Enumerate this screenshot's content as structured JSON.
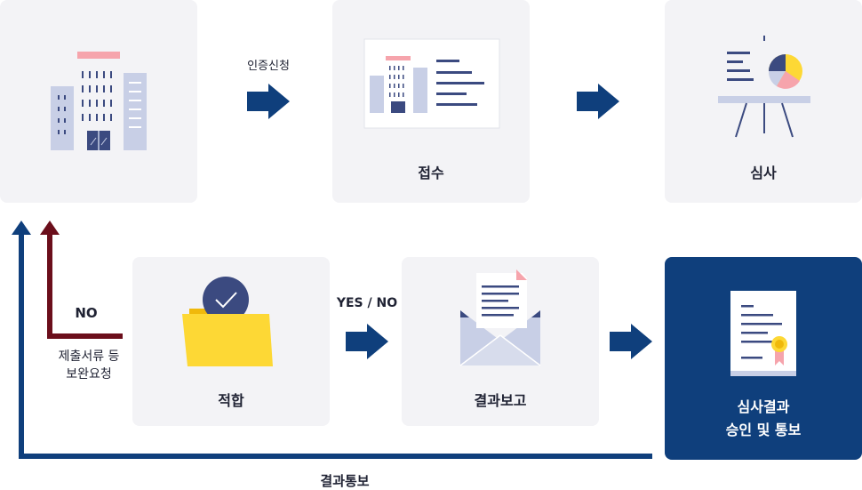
{
  "steps": {
    "applicant": {
      "label": ""
    },
    "receipt": {
      "label": "접수"
    },
    "review": {
      "label": "심사"
    },
    "conformity": {
      "label": "적합"
    },
    "report": {
      "label": "결과보고"
    },
    "approval": {
      "line1": "심사결과",
      "line2": "승인 및 통보"
    }
  },
  "arrows": {
    "apply": "인증신청",
    "yes_no": "YES / NO",
    "no": "NO",
    "supplement_line1": "제출서류 등",
    "supplement_line2": "보완요청",
    "notify": "결과통보"
  },
  "colors": {
    "navy": "#0f3f7c",
    "maroon": "#6b0e1b",
    "card": "#f3f3f6",
    "lavender": "#c8cfe6",
    "yellow": "#fdd835",
    "pink": "#f6a4ac"
  }
}
